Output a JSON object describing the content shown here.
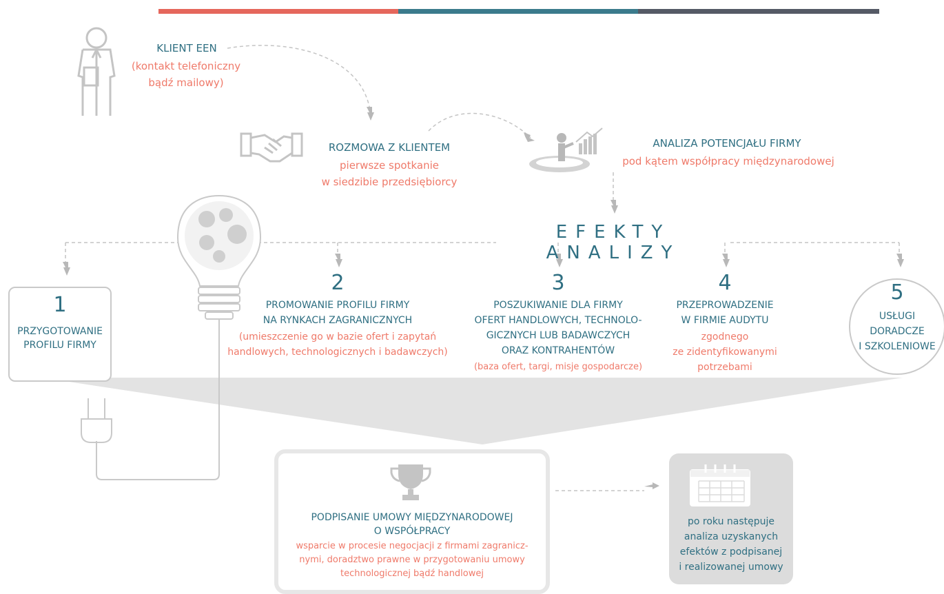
{
  "colors": {
    "teal": "#2f6f82",
    "coral": "#ef7a6a",
    "gray": "#c4c4c4",
    "bar_red": "#e5675c",
    "bar_teal": "#3b7b8c",
    "bar_dark": "#555a66"
  },
  "icons": [
    "person-icon",
    "handshake-icon",
    "analysis-icon",
    "lightbulb-globe-icon",
    "plug-icon",
    "trophy-icon",
    "calendar-icon",
    "pointing-hand-icon"
  ],
  "client": {
    "title": "KLIENT EEN",
    "sub1": "(kontakt telefoniczny",
    "sub2": "bądź mailowy)"
  },
  "meeting": {
    "title": "ROZMOWA Z KLIENTEM",
    "sub1": "pierwsze spotkanie",
    "sub2": "w siedzibie przedsiębiorcy"
  },
  "analysis": {
    "title": "ANALIZA POTENCJAŁU FIRMY",
    "sub": "pod kątem współpracy międzynarodowej"
  },
  "effects_title": "EFEKTY ANALIZY",
  "effects": [
    {
      "num": "1",
      "lines": [
        "PRZYGOTOWANIE",
        "PROFILU FIRMY"
      ]
    },
    {
      "num": "2",
      "lines": [
        "PROMOWANIE PROFILU FIRMY",
        "NA RYNKACH ZAGRANICZNYCH"
      ],
      "sub": [
        "(umieszczenie go w bazie ofert i zapytań",
        "handlowych, technologicznych i badawczych)"
      ]
    },
    {
      "num": "3",
      "lines": [
        "POSZUKIWANIE DLA FIRMY",
        "OFERT HANDLOWYCH, TECHNOLO-",
        "GICZNYCH LUB BADAWCZYCH",
        "ORAZ KONTRAHENTÓW"
      ],
      "sub": [
        "(baza ofert, targi, misje gospodarcze)"
      ]
    },
    {
      "num": "4",
      "lines": [
        "PRZEPROWADZENIE",
        "W FIRMIE AUDYTU"
      ],
      "sub": [
        "zgodnego",
        "ze zidentyfikowanymi",
        "potrzebami"
      ]
    },
    {
      "num": "5",
      "lines": [
        "USŁUGI",
        "DORADCZE",
        "I SZKOLENIOWE"
      ]
    }
  ],
  "agreement": {
    "title1": "PODPISANIE UMOWY MIĘDZYNARODOWEJ",
    "title2": "O WSPÓŁPRACY",
    "sub1": "wsparcie w procesie negocjacji z firmami zagranicz-",
    "sub2": "nymi, doradztwo prawne w przygotowaniu umowy",
    "sub3": "technologicznej bądź handlowej"
  },
  "review": {
    "lines": [
      "po roku następuje",
      "analiza uzyskanych",
      "efektów z podpisanej",
      "i realizowanej umowy"
    ]
  }
}
